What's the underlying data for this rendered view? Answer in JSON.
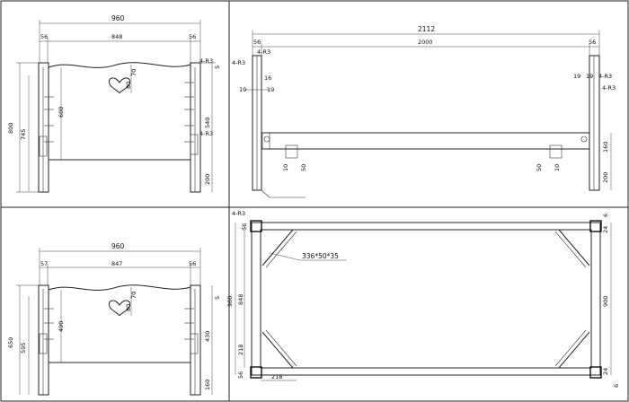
{
  "drawing": {
    "headboard_high": {
      "overall_width": "960",
      "left_post_w": "56",
      "inner_span": "848",
      "right_post_w": "56",
      "overall_height": "800",
      "post_height": "745",
      "panel_height": "600",
      "heart_top": "70",
      "heart_height": "80",
      "hole_spacing": "540",
      "leg_height": "200",
      "top_offset": "5",
      "radius_top": "4-R3",
      "radius_mid": "4-R3"
    },
    "side_rail": {
      "overall_length": "2112",
      "left_post_w": "56",
      "inner_span": "2000",
      "right_post_w": "56",
      "radius_left_top": "4-R3",
      "radius_left_upper": "4-R3",
      "radius_right_mid": "4-R3",
      "radius_right_low": "4-R3",
      "dim_16": "16",
      "dim_19_a": "19",
      "dim_19_b": "19",
      "dim_19_c": "19",
      "dim_19_d": "19",
      "dim_10_left": "10",
      "dim_50_left": "50",
      "dim_50_right": "50",
      "dim_10_right": "10",
      "dim_160": "160",
      "dim_200": "200"
    },
    "footboard_low": {
      "overall_width": "960",
      "left_post_w": "57",
      "inner_span": "847",
      "right_post_w": "56",
      "overall_height": "650",
      "post_height": "595",
      "panel_height": "490",
      "heart_top": "70",
      "heart_height": "80",
      "hole_spacing": "430",
      "leg_height": "160",
      "top_offset": "5"
    },
    "plan_view": {
      "radius": "4-R3",
      "corner_top_left": "56",
      "overall_width": "960",
      "inner_width": "848",
      "bracket_label": "336*50*35",
      "right_top_a": "6",
      "right_top_b": "24",
      "right_span": "900",
      "right_bot_a": "24",
      "right_bot_b": "6",
      "bottom_corner": "56",
      "bottom_218_a": "218",
      "bottom_218_b": "218"
    }
  }
}
